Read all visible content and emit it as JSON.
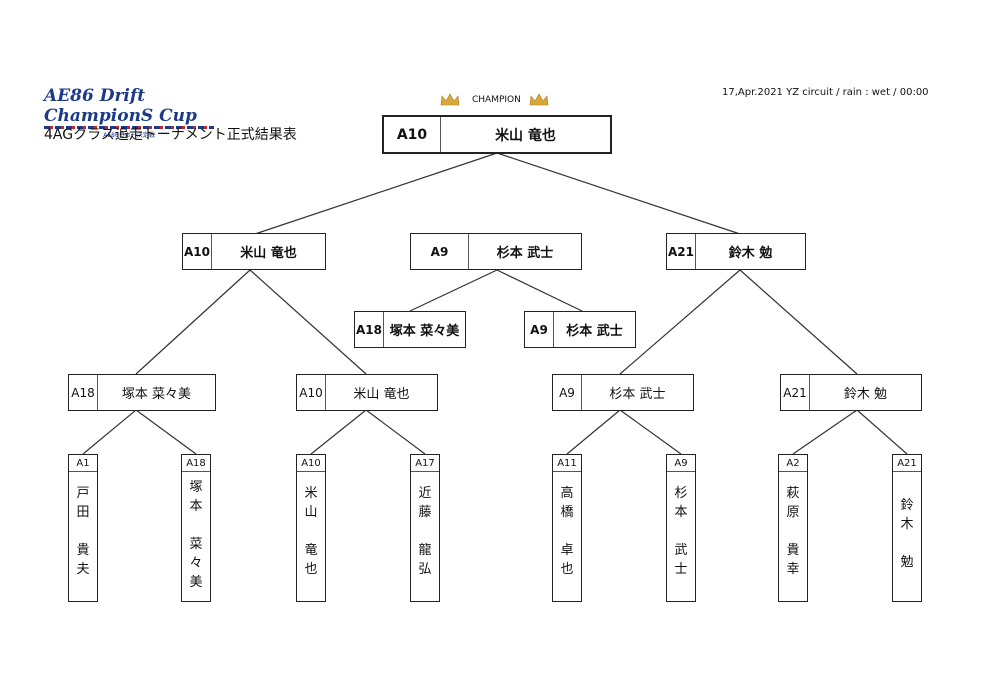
{
  "logo": {
    "main": "AE86 Drift ChampionS Cup",
    "sub": "AE86日本一決定戦"
  },
  "subtitle": "4AGクラス追走トーナメント正式結果表",
  "event_info": "17,Apr.2021 YZ circuit / rain : wet  / 00:00",
  "champion_label": "CHAMPION",
  "champion": {
    "seed": "A10",
    "name": "米山 竜也"
  },
  "semifinal": [
    {
      "seed": "A10",
      "name": "米山 竜也"
    },
    {
      "seed": "A9",
      "name": "杉本 武士"
    },
    {
      "seed": "A21",
      "name": "鈴木 勉"
    }
  ],
  "third_round": [
    {
      "seed": "A18",
      "name": "塚本 菜々美"
    },
    {
      "seed": "A9",
      "name": "杉本 武士"
    }
  ],
  "quarterfinal": [
    {
      "seed": "A18",
      "name": "塚本 菜々美"
    },
    {
      "seed": "A10",
      "name": "米山 竜也"
    },
    {
      "seed": "A9",
      "name": "杉本 武士"
    },
    {
      "seed": "A21",
      "name": "鈴木 勉"
    }
  ],
  "entrants": [
    {
      "seed": "A1",
      "chars": [
        "戸",
        "田",
        "",
        "貴",
        "夫"
      ]
    },
    {
      "seed": "A18",
      "chars": [
        "塚",
        "本",
        "",
        "菜",
        "々",
        "美"
      ]
    },
    {
      "seed": "A10",
      "chars": [
        "米",
        "山",
        "",
        "竜",
        "也"
      ]
    },
    {
      "seed": "A17",
      "chars": [
        "近",
        "藤",
        "",
        "龍",
        "弘"
      ]
    },
    {
      "seed": "A11",
      "chars": [
        "高",
        "橋",
        "",
        "卓",
        "也"
      ]
    },
    {
      "seed": "A9",
      "chars": [
        "杉",
        "本",
        "",
        "武",
        "士"
      ]
    },
    {
      "seed": "A2",
      "chars": [
        "萩",
        "原",
        "",
        "貴",
        "幸"
      ]
    },
    {
      "seed": "A21",
      "chars": [
        "鈴",
        "木",
        "",
        "勉"
      ]
    }
  ],
  "colors": {
    "crown": "#d8a93a",
    "logo": "#1d3a8a",
    "line": "#333333"
  }
}
